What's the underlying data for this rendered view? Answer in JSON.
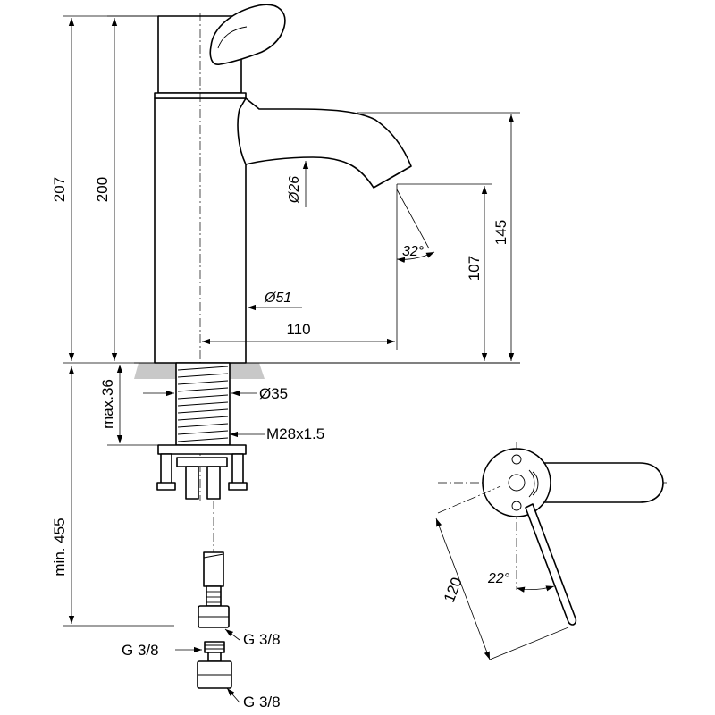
{
  "labels": {
    "h207": "207",
    "h200": "200",
    "d26": "Ø26",
    "a32": "32°",
    "h145": "145",
    "h107": "107",
    "d51": "Ø51",
    "w110": "110",
    "d35": "Ø35",
    "max36": "max.36",
    "thread": "M28x1.5",
    "min455": "min. 455",
    "g38_a": "G 3/8",
    "g38_b": "G 3/8",
    "g38_c": "G 3/8",
    "r120": "120",
    "a22": "22°"
  }
}
